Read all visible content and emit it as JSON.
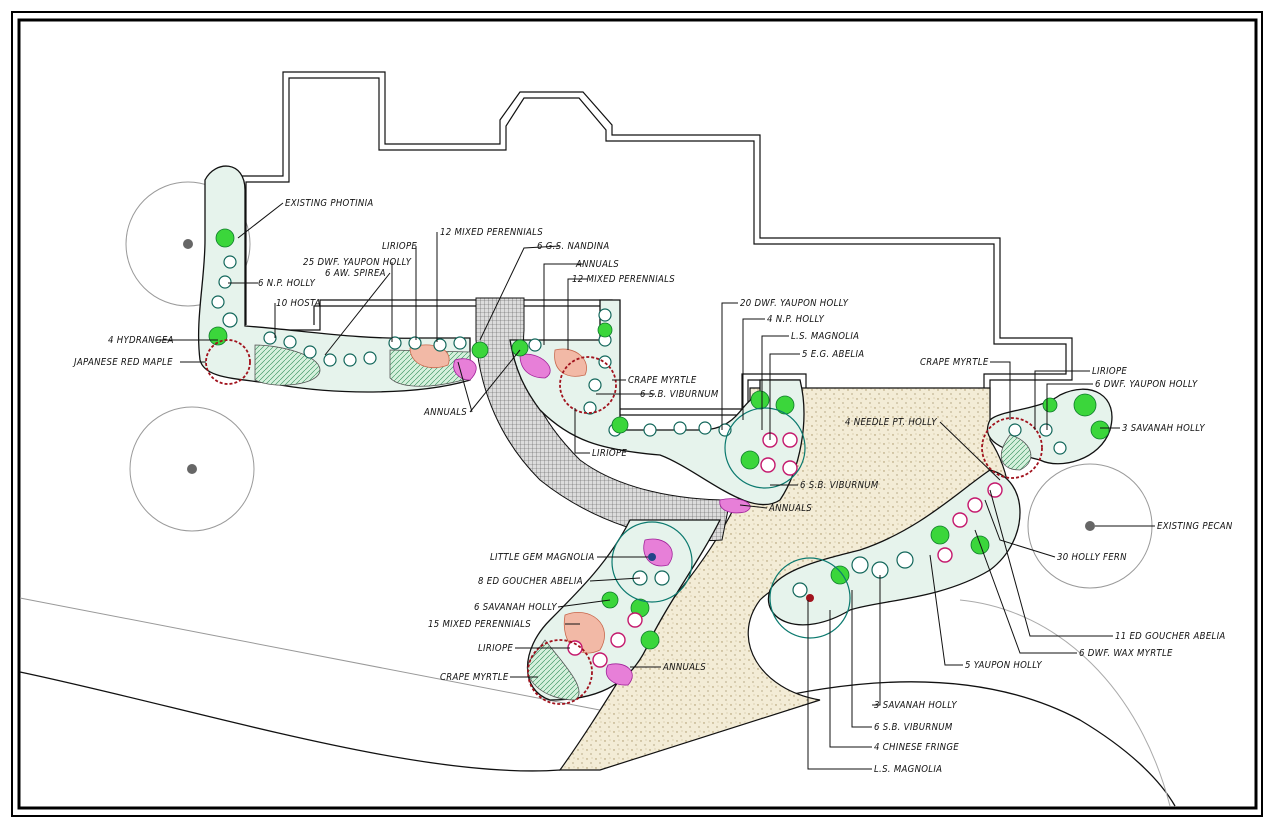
{
  "plan_title": "",
  "colors": {
    "frame": "#000000",
    "bed_fill": "#e6f3ec",
    "shrub_green": "#2fc48f",
    "foliage_green": "#3bd63b",
    "annuals_magenta": "#e77fd8",
    "perennials_salmon": "#f2b9a6",
    "crape_myrtle_red": "#a1121d",
    "gravel_tan": "#f3ecd6"
  },
  "labels": {
    "existing_photinia": "EXISTING PHOTINIA",
    "twelve_mixed_perennials_a": "12 MIXED PERENNIALS",
    "liriope_a": "LIRIOPE",
    "gs_nandina": "6 G.S. NANDINA",
    "dwf_yaupon_25": "25 DWF. YAUPON HOLLY",
    "aw_spirea": "6 AW. SPIREA",
    "annuals_a": "ANNUALS",
    "twelve_mixed_perennials_b": "12 MIXED PERENNIALS",
    "np_holly_a": "6 N.P. HOLLY",
    "hosta": "10 HOSTA",
    "hydrangea": "4 HYDRANGEA",
    "japanese_red_maple": "JAPANESE RED MAPLE",
    "annuals_b": "ANNUALS",
    "dwf_yaupon_20": "20 DWF. YAUPON HOLLY",
    "np_holly_b": "4 N.P. HOLLY",
    "ls_magnolia_a": "L.S. MAGNOLIA",
    "eg_abelia": "5 E.G. ABELIA",
    "crape_myrtle_a": "CRAPE MYRTLE",
    "sb_viburnum_a": "6 S.B. VIBURNUM",
    "liriope_b": "LIRIOPE",
    "crape_myrtle_b": "CRAPE MYRTLE",
    "liriope_c": "LIRIOPE",
    "dwf_yaupon_6": "6 DWF. YAUPON HOLLY",
    "needle_pt_holly": "4 NEEDLE PT. HOLLY",
    "savanah_holly_a": "3 SAVANAH HOLLY",
    "existing_pecan": "EXISTING PECAN",
    "sb_viburnum_b": "6 S.B. VIBURNUM",
    "annuals_c": "ANNUALS",
    "little_gem_magnolia": "LITTLE GEM MAGNOLIA",
    "ed_goucher_8": "8 ED GOUCHER ABELIA",
    "savanah_holly_b": "6 SAVANAH HOLLY",
    "mixed_perennials_15": "15 MIXED PERENNIALS",
    "liriope_d": "LIRIOPE",
    "crape_myrtle_c": "CRAPE MYRTLE",
    "annuals_d": "ANNUALS",
    "holly_fern": "30 HOLLY FERN",
    "ed_goucher_11": "11 ED GOUCHER ABELIA",
    "dwf_wax_myrtle": "6 DWF. WAX MYRTLE",
    "yaupon_holly_5": "5 YAUPON HOLLY",
    "savanah_holly_c": "3 SAVANAH HOLLY",
    "sb_viburnum_c": "6 S.B. VIBURNUM",
    "chinese_fringe": "4 CHINESE FRINGE",
    "ls_magnolia_b": "L.S. MAGNOLIA"
  },
  "icons": [
    "existing-tree-symbol",
    "shrub-symbol",
    "crape-myrtle-symbol",
    "magnolia-symbol",
    "flowering-shrub-symbol"
  ]
}
